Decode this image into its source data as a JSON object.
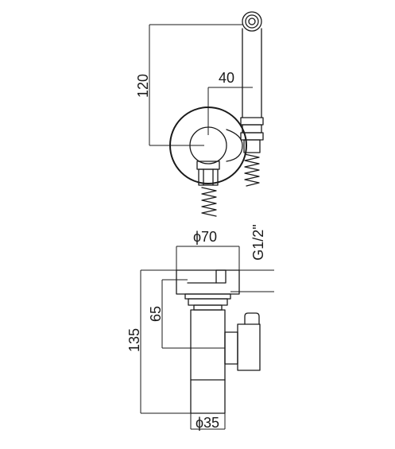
{
  "top_view": {
    "dim_height": "120",
    "dim_offset": "40"
  },
  "side_view": {
    "dim_diameter_top": "ϕ70",
    "dim_thread": "G1/2\"",
    "dim_inner_height": "65",
    "dim_total_height": "135",
    "dim_diameter_bottom": "ϕ35"
  }
}
